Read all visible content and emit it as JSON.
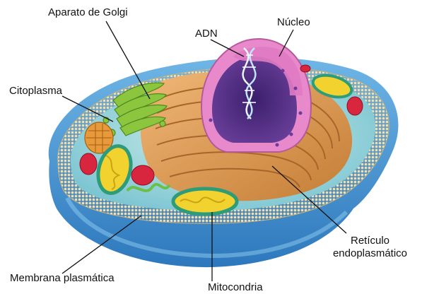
{
  "labels": {
    "golgi": "Aparato de Golgi",
    "nucleus": "Núcleo",
    "dna": "ADN",
    "cytoplasm": "Citoplasma",
    "er_line1": "Retículo",
    "er_line2": "endoplasmático",
    "membrane": "Membrana plasmática",
    "mitochondria": "Mitocondria"
  },
  "colors": {
    "outer_shell": "#4a98d3",
    "membrane_beads": "#e8d7a8",
    "cytoplasm": "#8fd1d8",
    "endoplasmic_reticulum": "#d6944e",
    "nucleus_envelope": "#e07bc3",
    "nucleoplasm": "#4b2f7d",
    "golgi": "#8cc63f",
    "mitochondria": "#f2d22e",
    "lysosome": "#d7263d",
    "leader_line": "#111111"
  }
}
